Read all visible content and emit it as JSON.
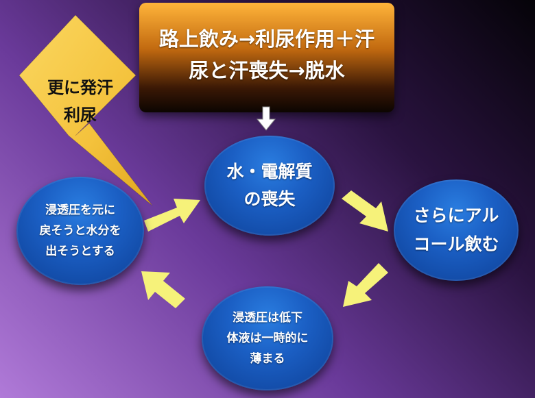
{
  "top_box": {
    "line1": "路上飲み→利尿作用＋汗",
    "line2": "尿と汗喪失→脱水"
  },
  "callout": {
    "line1": "更に発汗",
    "line2": "利尿"
  },
  "nodes": {
    "top": {
      "line1": "水・電解質",
      "line2": "の喪失"
    },
    "right": {
      "line1": "さらにアル",
      "line2": "コール飲む"
    },
    "bottom": {
      "line1": "浸透圧は低下",
      "line2": "体液は一時的に",
      "line3": "薄まる"
    },
    "left": {
      "line1": "浸透圧を元に",
      "line2": "戻そうと水分を",
      "line3": "出そうとする"
    }
  },
  "colors": {
    "arrow_yellow": "#f6f27a",
    "circle_blue": "#1b5fc4",
    "callout_gold": "#f7c948",
    "top_box_orange": "#c26a10"
  }
}
